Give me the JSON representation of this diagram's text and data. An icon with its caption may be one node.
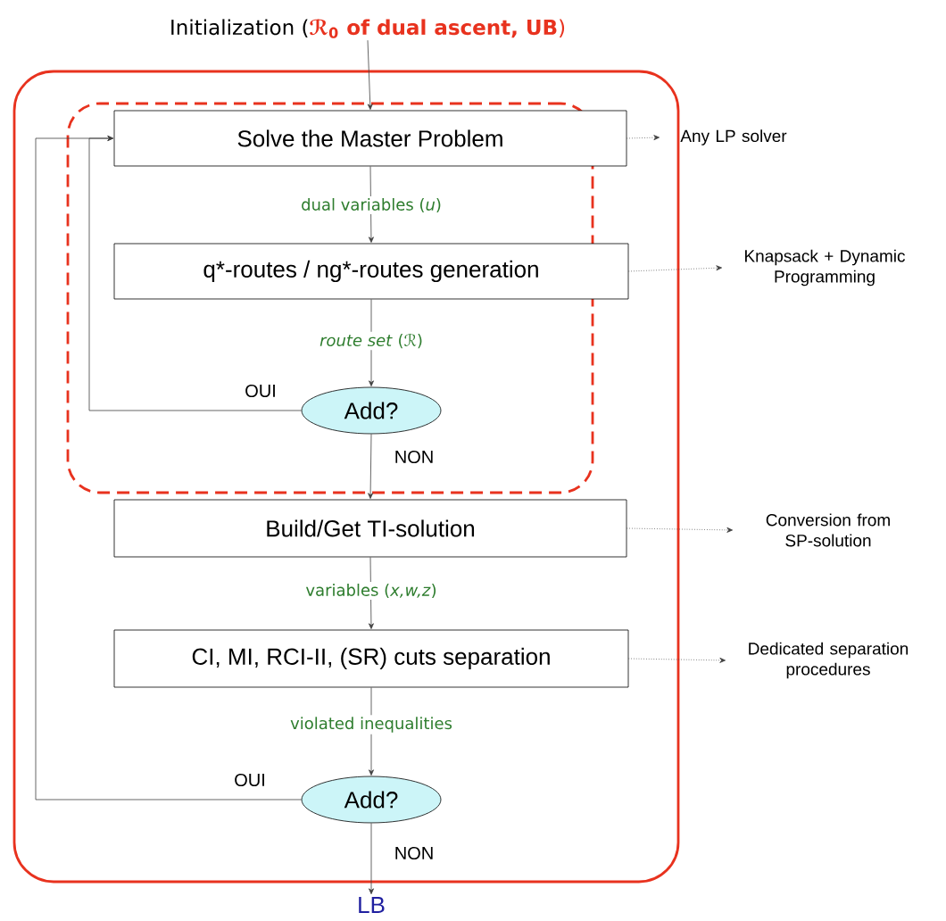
{
  "diagram": {
    "nodes": [
      {
        "text": [],
        "shape": "box"
      },
      {
        "text": [],
        "shape": "box",
        "in": 0
      },
      {
        "text": [
          "Initialization (**ℛ$_{0}$ of dual ascent, UB**)"
        ]
      },
      {
        "text": [
          "Solve the Master Problem"
        ],
        "in": 1
      },
      {
        "text": [
          "q*-routes / ng*-routes generation"
        ],
        "in": 1
      },
      {
        "text": [
          "Add?"
        ],
        "in": 1
      },
      {
        "text": [
          "Build/Get TI-solution"
        ],
        "in": 0
      },
      {
        "text": [
          "CI, MI, RCI-II, (SR) cuts separation"
        ],
        "in": 0
      },
      {
        "text": [
          "Add?"
        ],
        "in": 0
      },
      {
        "text": [
          "LB"
        ]
      },
      {
        "text": [
          "Any LP solver"
        ]
      },
      {
        "text": [
          "Knapsack + Dynamic Programming"
        ]
      },
      {
        "text": [
          "Conversion from SP-solution"
        ]
      },
      {
        "text": [
          "Dedicated separation procedures"
        ]
      }
    ],
    "edges": [
      {
        "from": 2,
        "to": 3,
        "arrow": "to"
      },
      {
        "from": 3,
        "to": 4,
        "arrow": "to",
        "label": "dual variables (*u*)"
      },
      {
        "from": 4,
        "to": 5,
        "arrow": "to",
        "label": "*route set* (ℛ)"
      },
      {
        "from": 5,
        "to": 3,
        "arrow": "to",
        "label": "OUI"
      },
      {
        "from": 5,
        "to": 6,
        "arrow": "to",
        "label": "NON"
      },
      {
        "from": 6,
        "to": 7,
        "arrow": "to",
        "label": "variables (*x,w,z*)"
      },
      {
        "from": 7,
        "to": 8,
        "arrow": "to",
        "label": "violated inequalities"
      },
      {
        "from": 8,
        "to": 3,
        "arrow": "to",
        "label": "OUI"
      },
      {
        "from": 8,
        "to": 9,
        "arrow": "to",
        "label": "NON"
      },
      {
        "from": 3,
        "to": 10,
        "arrow": "to",
        "style": "dashed"
      },
      {
        "from": 4,
        "to": 11,
        "arrow": "to",
        "style": "dashed"
      },
      {
        "from": 6,
        "to": 12,
        "arrow": "to",
        "style": "dashed"
      },
      {
        "from": 7,
        "to": 13,
        "arrow": "to",
        "style": "dashed"
      }
    ]
  }
}
